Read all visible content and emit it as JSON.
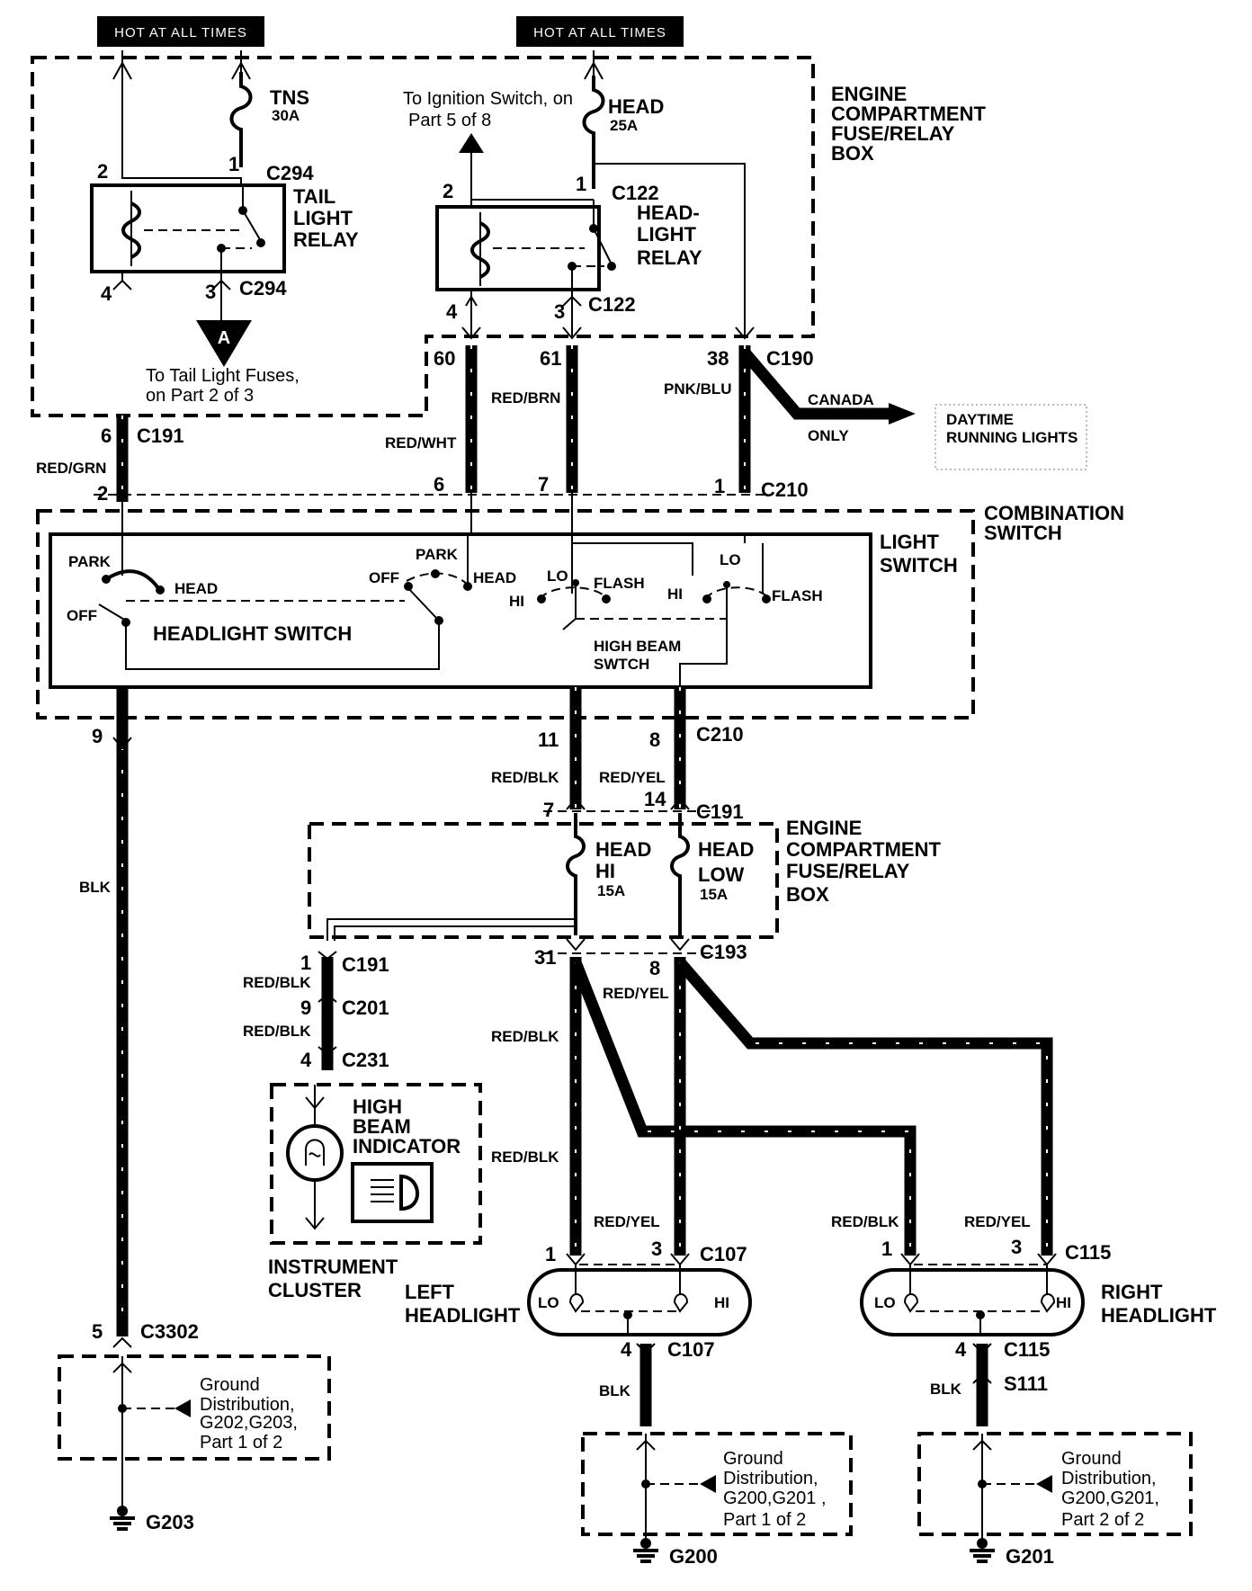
{
  "hot_labels": [
    "HOT AT ALL TIMES",
    "HOT AT ALL TIMES"
  ],
  "fuses": {
    "tns": {
      "name": "TNS",
      "rating": "30A"
    },
    "head": {
      "name": "HEAD",
      "rating": "25A"
    },
    "head_hi": {
      "line1": "HEAD",
      "line2": "HI",
      "rating": "15A"
    },
    "head_low": {
      "line1": "HEAD",
      "line2": "LOW",
      "rating": "15A"
    }
  },
  "boxes": {
    "engine_box_top": [
      "ENGINE",
      "COMPARTMENT",
      "FUSE/RELAY",
      "BOX"
    ],
    "engine_box_mid": [
      "ENGINE",
      "COMPARTMENT",
      "FUSE/RELAY",
      "BOX"
    ],
    "combination_switch": [
      "COMBINATION",
      "SWITCH"
    ],
    "light_switch": [
      "LIGHT",
      "SWITCH"
    ],
    "tail_relay": [
      "TAIL",
      "LIGHT",
      "RELAY"
    ],
    "head_relay": [
      "HEAD-",
      "LIGHT",
      "RELAY"
    ],
    "instrument_cluster": [
      "INSTRUMENT",
      "CLUSTER"
    ],
    "high_beam_indicator": [
      "HIGH",
      "BEAM",
      "INDICATOR"
    ],
    "high_beam_switch": [
      "HIGH BEAM",
      "SWTCH"
    ],
    "headlight_switch": "HEADLIGHT SWITCH",
    "left_headlight": [
      "LEFT",
      "HEADLIGHT"
    ],
    "right_headlight": [
      "RIGHT",
      "HEADLIGHT"
    ],
    "drl": [
      "DAYTIME",
      "RUNNING LIGHTS"
    ]
  },
  "notes": {
    "ignition": [
      "To Ignition Switch, on",
      "Part 5 of 8"
    ],
    "tail_fuses": [
      "To Tail Light Fuses,",
      "on Part 2 of 3"
    ],
    "canada": [
      "CANADA",
      "ONLY"
    ],
    "ground_left": [
      "Ground",
      "Distribution,",
      "G202,G203,",
      "Part 1 of 2"
    ],
    "ground_mid": [
      "Ground",
      "Distribution,",
      "G200,G201 ,",
      "Part 1 of 2"
    ],
    "ground_right": [
      "Ground",
      "Distribution,",
      "G200,G201,",
      "Part 2 of 2"
    ],
    "connector_a": "A"
  },
  "switch_positions": {
    "park": "PARK",
    "head": "HEAD",
    "off": "OFF",
    "park2": "PARK",
    "off2": "OFF",
    "head2": "HEAD",
    "lo": "LO",
    "hi": "HI",
    "flash": "FLASH",
    "lo2": "LO",
    "hi2": "HI",
    "flash2": "FLASH",
    "bulb_lo": "LO",
    "bulb_hi": "HI",
    "bulb_lo2": "LO",
    "bulb_hi2": "HI"
  },
  "connectors": {
    "c294a": "C294",
    "c294b": "C294",
    "c122a": "C122",
    "c122b": "C122",
    "c190": "C190",
    "c191a": "C191",
    "c210a": "C210",
    "c210b": "C210",
    "c191b": "C191",
    "c193": "C193",
    "c191c": "C191",
    "c201": "C201",
    "c231": "C231",
    "c107a": "C107",
    "c115a": "C115",
    "c107b": "C107",
    "c115b": "C115",
    "s111": "S111",
    "c3302": "C3302",
    "g203": "G203",
    "g200": "G200",
    "g201": "G201"
  },
  "pins": {
    "p_tns_2": "2",
    "p_tns_1": "1",
    "p_tail_4": "4",
    "p_tail_3": "3",
    "p_head_2": "2",
    "p_head_1": "1",
    "p_head_4": "4",
    "p_head_3": "3",
    "p60": "60",
    "p61": "61",
    "p38": "38",
    "p6": "6",
    "p2": "2",
    "p6b": "6",
    "p7": "7",
    "p1": "1",
    "p9": "9",
    "p11": "11",
    "p8": "8",
    "p7b": "7",
    "p14": "14",
    "p31": "31",
    "p8b": "8",
    "p1b": "1",
    "p9b": "9",
    "p4": "4",
    "p1c": "1",
    "p3": "3",
    "p1d": "1",
    "p3b": "3",
    "p4b": "4",
    "p4c": "4",
    "p5": "5"
  },
  "wires": {
    "red_grn": "RED/GRN",
    "red_wht": "RED/WHT",
    "red_brn": "RED/BRN",
    "pnk_blu": "PNK/BLU",
    "blk": "BLK",
    "red_blk": "RED/BLK",
    "red_yel": "RED/YEL",
    "red_blk_ic1": "RED/BLK",
    "red_blk_ic2": "RED/BLK",
    "red_yel2": "RED/YEL",
    "red_blk2": "RED/BLK",
    "red_blk3": "RED/BLK",
    "red_yel3": "RED/YEL",
    "red_blk4": "RED/BLK",
    "red_yel4": "RED/YEL",
    "blk2": "BLK",
    "blk3": "BLK"
  }
}
